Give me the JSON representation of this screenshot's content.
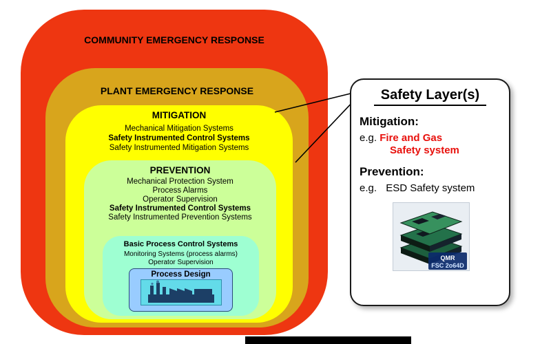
{
  "diagram": {
    "community_label": "COMMUNITY EMERGENCY RESPONSE",
    "plant_label": "PLANT EMERGENCY RESPONSE",
    "mitigation": {
      "label": "MITIGATION",
      "items": [
        "Mechanical Mitigation Systems",
        "Safety Instrumented Control Systems",
        "Safety Instrumented Mitigation Systems"
      ]
    },
    "prevention": {
      "label": "PREVENTION",
      "items": [
        "Mechanical Protection System",
        "Process Alarms",
        "Operator Supervision",
        "Safety Instrumented Control Systems",
        "Safety Instrumented Prevention Systems"
      ]
    },
    "bpcs": {
      "label": "Basic Process Control Systems",
      "items": [
        "Monitoring Systems (process alarms)",
        "Operator Supervision"
      ]
    },
    "process_design_label": "Process Design"
  },
  "panel": {
    "title": "Safety Layer(s)",
    "mitigation_heading": "Mitigation:",
    "mitigation_eg_prefix": "e.g.",
    "mitigation_example_line1": "Fire and Gas",
    "mitigation_example_line2": "Safety system",
    "prevention_heading": "Prevention:",
    "prevention_eg_prefix": "e.g.",
    "prevention_example": "ESD Safety system",
    "device_label_top": "QMR",
    "device_label_bottom": "FSC 2o64D"
  },
  "colors": {
    "community_layer": "#ee3611",
    "plant_layer": "#d8a51c",
    "mitigation_layer": "#ffff00",
    "prevention_layer": "#ccff99",
    "bpcs_layer": "#9effd2",
    "process_design_box": "#99ccff",
    "example_red_text": "#e8100c"
  },
  "icons": {
    "factory": "factory-icon",
    "controller": "fsc-controller-image"
  }
}
